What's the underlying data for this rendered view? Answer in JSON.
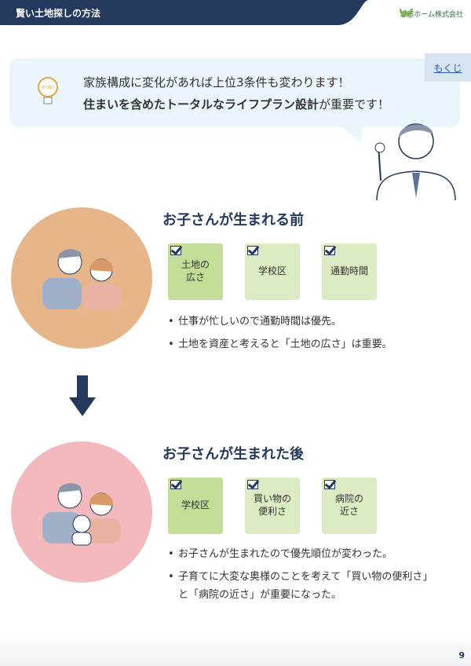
{
  "header": {
    "title": "賢い土地探しの方法",
    "company": "悠悠ホーム株式会社"
  },
  "toc_link": "もくじ",
  "point": {
    "icon_label": "POINT",
    "line1": "家族構成に変化があれば上位3条件も変わります！",
    "line2_bold": "住まいを含めたトータルなライフプラン設計",
    "line2_rest": "が重要です！"
  },
  "sections": [
    {
      "title": "お子さんが生まれる前",
      "items": [
        {
          "label": "土地の\n広さ",
          "checked": true
        },
        {
          "label": "学校区",
          "checked": true
        },
        {
          "label": "通勤時間",
          "checked": true
        }
      ],
      "bullets": [
        "仕事が忙しいので通勤時間は優先。",
        "土地を資産と考えると「土地の広さ」は重要。"
      ]
    },
    {
      "title": "お子さんが生まれた後",
      "items": [
        {
          "label": "学校区",
          "checked": true
        },
        {
          "label": "買い物の\n便利さ",
          "checked": true
        },
        {
          "label": "病院の\n近さ",
          "checked": true
        }
      ],
      "bullets": [
        "お子さんが生まれたので優先順位が変わった。",
        "子育てに大変な奥様のことを考えて「買い物の便利さ」と「病院の近さ」が重要になった。"
      ]
    }
  ],
  "page_number": "9"
}
